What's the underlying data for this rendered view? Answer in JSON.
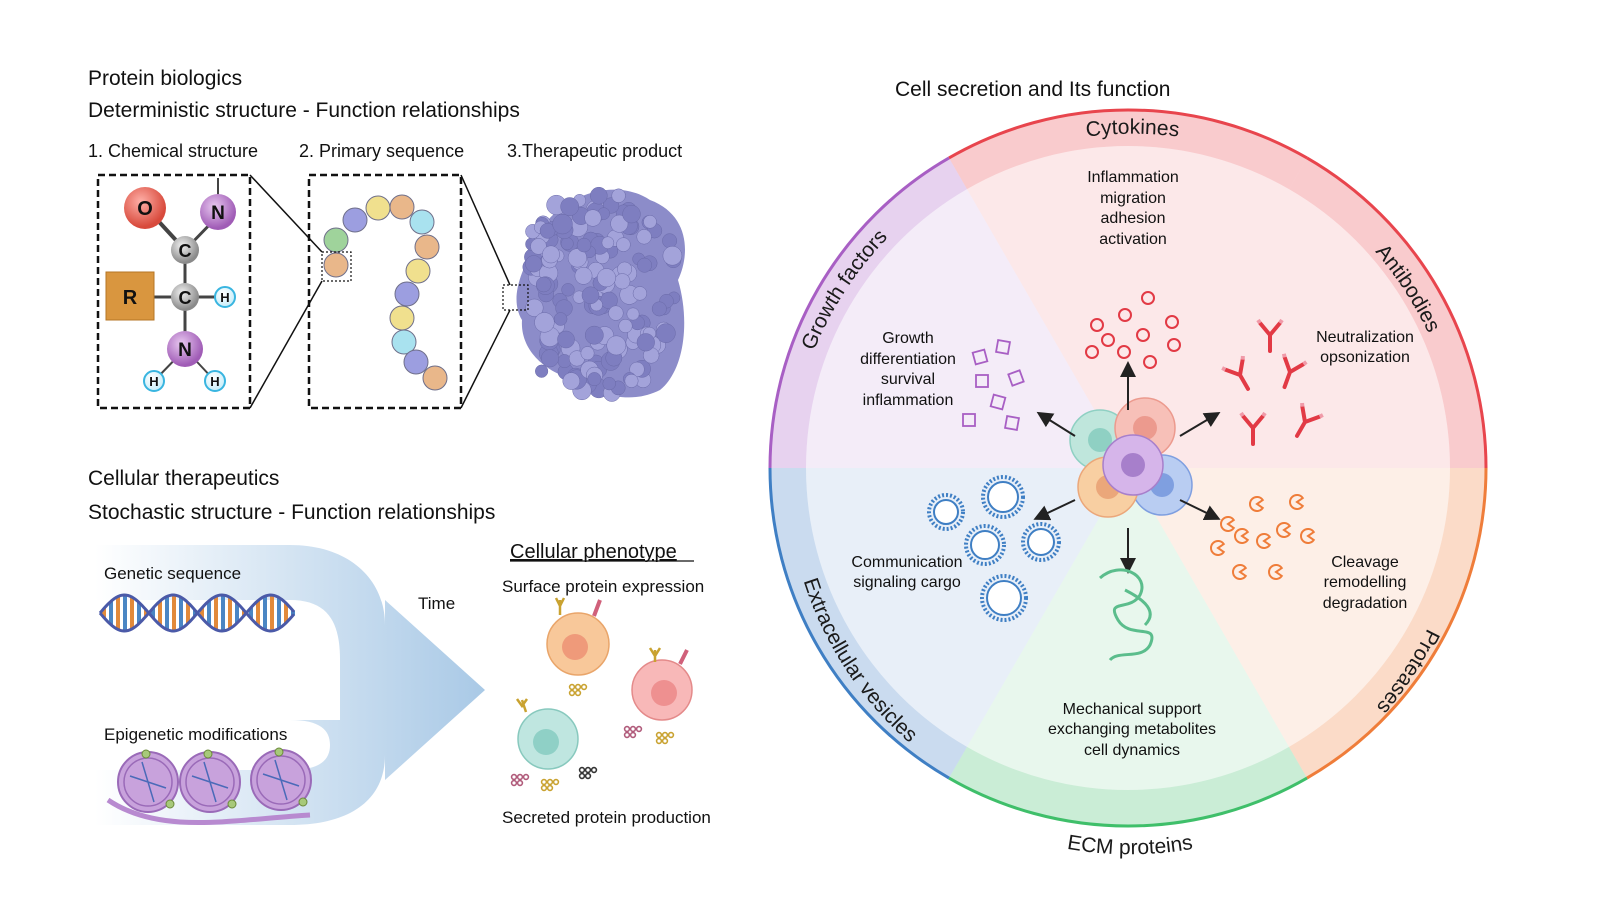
{
  "left": {
    "protein": {
      "title": "Protein biologics",
      "subtitle": "Deterministic structure - Function relationships",
      "steps": [
        "1. Chemical structure",
        "2. Primary sequence",
        "3.Therapeutic product"
      ],
      "atoms": {
        "O": "O",
        "N": "N",
        "C": "C",
        "R": "R",
        "H": "H"
      }
    },
    "cellular": {
      "title": "Cellular therapeutics",
      "subtitle": "Stochastic structure - Function relationships",
      "genetic": "Genetic sequence",
      "epigenetic": "Epigenetic modifications",
      "time": "Time",
      "phenotype": "Cellular phenotype",
      "surface": "Surface protein expression",
      "secreted": "Secreted protein production"
    }
  },
  "right": {
    "title": "Cell secretion and Its function",
    "sectors": {
      "cytokines": {
        "name": "Cytokines",
        "color": "#e8454d",
        "lines": [
          "Inflammation",
          "migration",
          "adhesion",
          "activation"
        ]
      },
      "antibodies": {
        "name": "Antibodies",
        "color": "#e8454d",
        "lines": [
          "Neutralization",
          "opsonization"
        ]
      },
      "proteases": {
        "name": "Proteases",
        "color": "#ef7d3a",
        "lines": [
          "Cleavage",
          "remodelling",
          "degradation"
        ]
      },
      "ecm": {
        "name": "ECM proteins",
        "color": "#3fbf6a",
        "lines": [
          "Mechanical support",
          "exchanging metabolites",
          "cell dynamics"
        ]
      },
      "vesicles": {
        "name": "Extracellular vesicles",
        "color": "#3f7fc4",
        "lines": [
          "Communication",
          "signaling cargo"
        ]
      },
      "growth": {
        "name": "Growth factors",
        "color": "#a85fc4",
        "lines": [
          "Growth",
          "differentiation",
          "survival",
          "inflammation"
        ]
      }
    }
  }
}
